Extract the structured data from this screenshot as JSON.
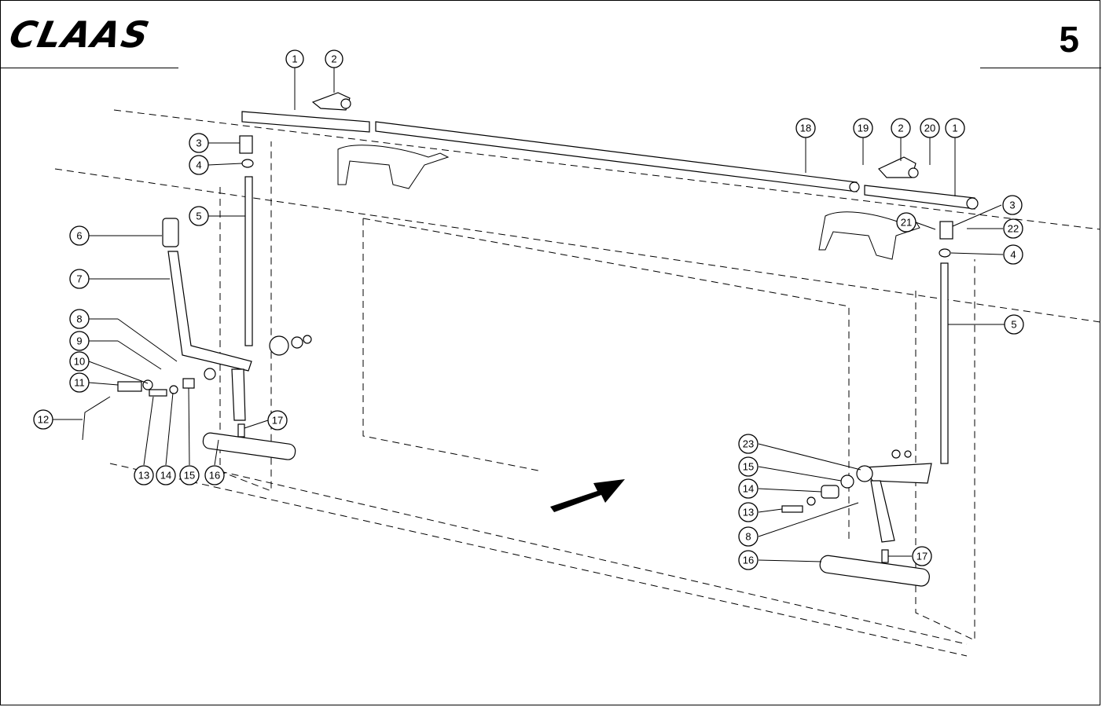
{
  "header": {
    "brand": "CLAAS",
    "page_number": "5"
  },
  "callouts": [
    {
      "label": "1"
    },
    {
      "label": "2"
    },
    {
      "label": "3"
    },
    {
      "label": "4"
    },
    {
      "label": "5"
    },
    {
      "label": "6"
    },
    {
      "label": "7"
    },
    {
      "label": "8"
    },
    {
      "label": "9"
    },
    {
      "label": "10"
    },
    {
      "label": "11"
    },
    {
      "label": "12"
    },
    {
      "label": "13"
    },
    {
      "label": "14"
    },
    {
      "label": "15"
    },
    {
      "label": "16"
    },
    {
      "label": "17"
    },
    {
      "label": "18"
    },
    {
      "label": "19"
    },
    {
      "label": "2"
    },
    {
      "label": "20"
    },
    {
      "label": "1"
    },
    {
      "label": "3"
    },
    {
      "label": "21"
    },
    {
      "label": "22"
    },
    {
      "label": "4"
    },
    {
      "label": "5"
    },
    {
      "label": "23"
    },
    {
      "label": "15"
    },
    {
      "label": "14"
    },
    {
      "label": "13"
    },
    {
      "label": "8"
    },
    {
      "label": "16"
    },
    {
      "label": "17"
    }
  ]
}
